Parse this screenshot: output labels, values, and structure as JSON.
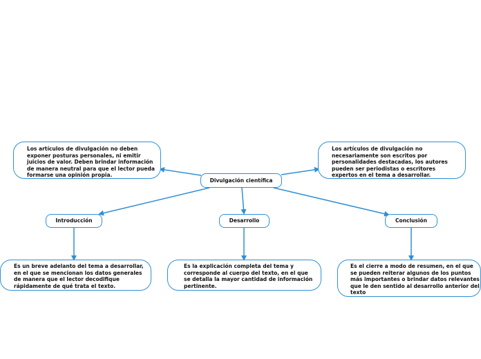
{
  "colors": {
    "line": "#2f8fd4",
    "border": "#2f8fd4",
    "text": "#111111"
  },
  "center": {
    "label": "Divulgación científica"
  },
  "top_left": {
    "text": "Los artículos de divulgación no deben\nexponer posturas personales, ni emitir\njuicios de valor. Deben brindar información\nde manera neutral para que el lector pueda\nformarse una opinión propia."
  },
  "top_right": {
    "text": "Los artículos de divulgación no\nnecesariamente son escritos por\npersonalidades destacadas, los autores\npueden ser periodistas o escritores\nexpertos en el tema a desarrollar."
  },
  "branches": [
    {
      "label": "Introducción",
      "text": "Es un breve adelanto del tema a desarrollar,\nen el que se mencionan los datos generales\nde manera que el lector decodifique\nrápidamente de qué trata el texto."
    },
    {
      "label": "Desarrollo",
      "text": "Es la explicación completa del tema y\ncorresponde al cuerpo del texto, en el que\nse detalla la mayor cantidad de información\npertinente."
    },
    {
      "label": "Conclusión",
      "text": "Es el cierre a modo de resumen, en el que\nse pueden reiterar algunos de los puntos\nmás importantes o brindar datos relevantes\nque le den sentido al desarrollo anterior del\ntexto"
    }
  ]
}
